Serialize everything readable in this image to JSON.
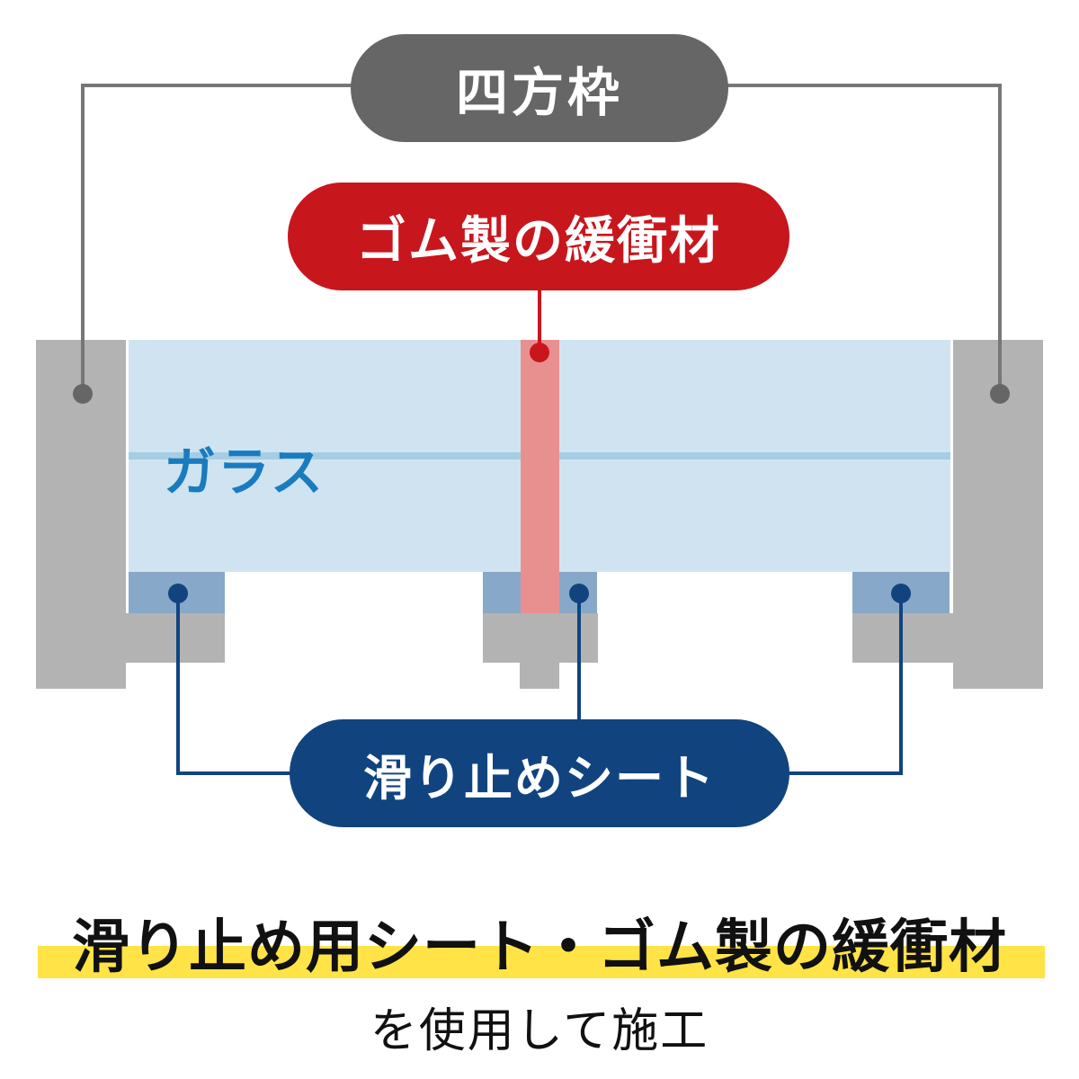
{
  "labels": {
    "frame": "四方枠",
    "rubber": "ゴム製の緩衝材",
    "glass": "ガラス",
    "sheet": "滑り止めシート"
  },
  "caption": {
    "main": "滑り止め用シート・ゴム製の緩衝材",
    "sub": "を使用して施工"
  },
  "colors": {
    "frame_gray": "#b3b3b3",
    "frame_pill": "#666666",
    "frame_line": "#777777",
    "rubber_red": "#c8161d",
    "rubber_fill": "#e89090",
    "glass_fill": "#cfe4f0",
    "glass_line": "#a6cde3",
    "glass_text": "#1a7bbf",
    "sheet_fill": "#87a8c9",
    "sheet_navy": "#11447f",
    "highlight_yellow": "#ffe347",
    "text_dark": "#111111"
  }
}
